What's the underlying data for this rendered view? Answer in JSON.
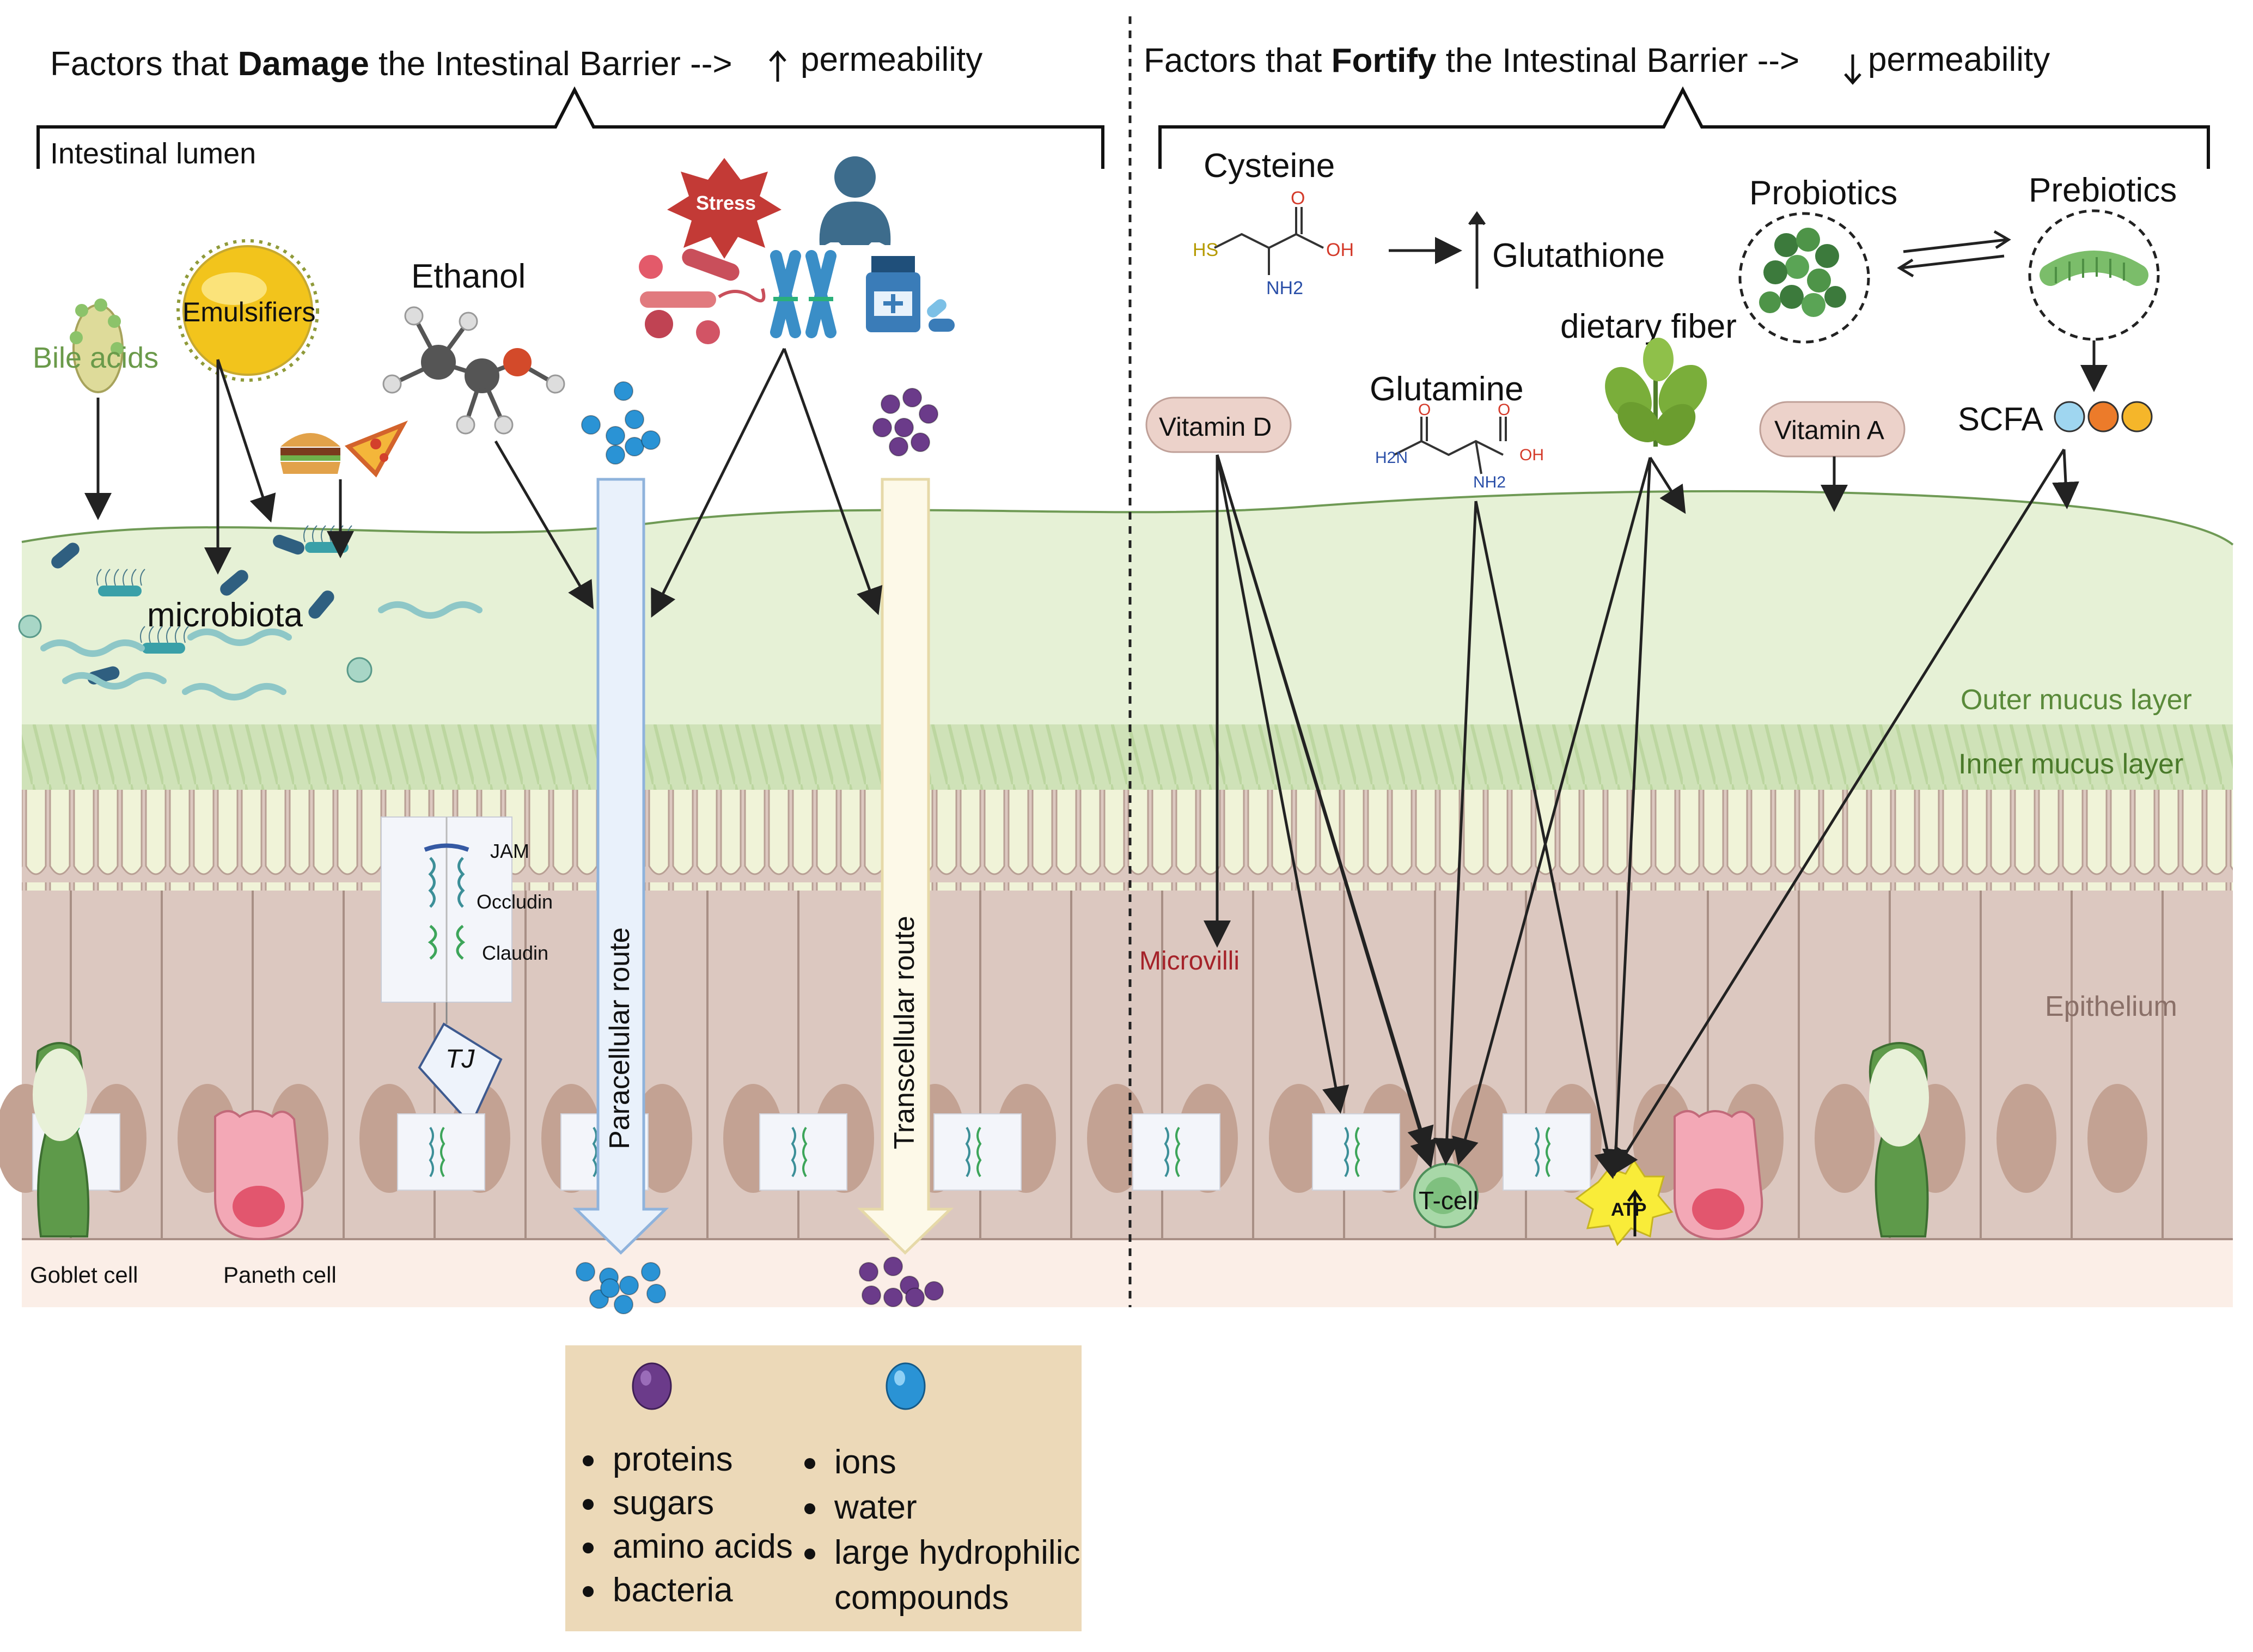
{
  "left_panel": {
    "title_pre": "Factors that ",
    "title_bold": "Damage",
    "title_post": " the Intestinal Barrier --> ",
    "title_dir": "permeability",
    "lumen_label": "Intestinal lumen",
    "labels": {
      "bile_acids": "Bile acids",
      "emulsifiers": "Emulsifiers",
      "ethanol": "Ethanol",
      "stress": "Stress",
      "microbiota": "microbiota",
      "jam": "JAM",
      "occludin": "Occludin",
      "claudin": "Claudin",
      "tj": "TJ",
      "paracellular": "Paracellular route",
      "transcellular": "Transcellular route",
      "goblet": "Goblet cell",
      "paneth": "Paneth cell"
    }
  },
  "right_panel": {
    "title_pre": "Factors that ",
    "title_bold": "Fortify",
    "title_post": " the Intestinal Barrier --> ",
    "title_dir": "permeability",
    "labels": {
      "cysteine": "Cysteine",
      "glutathione": "Glutathione",
      "probiotics": "Probiotics",
      "prebiotics": "Prebiotics",
      "dietary_fiber": "dietary fiber",
      "glutamine": "Glutamine",
      "vitamin_d": "Vitamin D",
      "vitamin_a": "Vitamin A",
      "scfa": "SCFA",
      "microvilli": "Microvilli",
      "tcell": "T-cell",
      "atp": "ATP",
      "cys_hs": "HS",
      "cys_o": "O",
      "cys_oh": "OH",
      "cys_nh2": "NH2",
      "gln_h2n": "H2N",
      "gln_o1": "O",
      "gln_o2": "O",
      "gln_oh": "OH",
      "gln_nh2": "NH2"
    }
  },
  "layers": {
    "outer_mucus": "Outer mucus layer",
    "inner_mucus": "Inner mucus layer",
    "epithelium": "Epithelium"
  },
  "legend": {
    "purple_items": [
      "proteins",
      "sugars",
      "amino acids",
      "bacteria"
    ],
    "blue_items": [
      "ions",
      "water",
      "large hydrophilic",
      "compounds"
    ]
  },
  "colors": {
    "outer_mucus": "#e6f1d6",
    "inner_mucus": "#cfe2b8",
    "epithelium": "#dcc8c0",
    "lumen_green_text": "#6a9a4a",
    "purple": "#6b3b8a",
    "blue": "#2a93d5",
    "legend_bg": "#ecd9b8"
  }
}
